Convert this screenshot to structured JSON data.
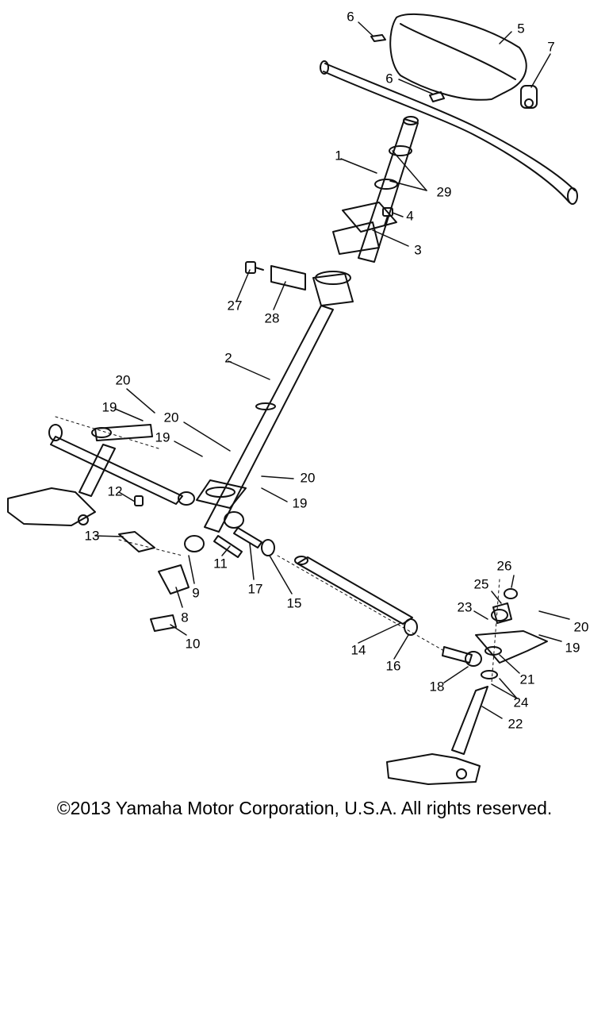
{
  "diagram": {
    "parts": [
      {
        "id": "1"
      },
      {
        "id": "2"
      },
      {
        "id": "3"
      },
      {
        "id": "4"
      },
      {
        "id": "5"
      },
      {
        "id": "6"
      },
      {
        "id": "7"
      },
      {
        "id": "8"
      },
      {
        "id": "9"
      },
      {
        "id": "10"
      },
      {
        "id": "11"
      },
      {
        "id": "12"
      },
      {
        "id": "13"
      },
      {
        "id": "14"
      },
      {
        "id": "15"
      },
      {
        "id": "16"
      },
      {
        "id": "17"
      },
      {
        "id": "18"
      },
      {
        "id": "19"
      },
      {
        "id": "20"
      },
      {
        "id": "21"
      },
      {
        "id": "22"
      },
      {
        "id": "23"
      },
      {
        "id": "24"
      },
      {
        "id": "25"
      },
      {
        "id": "26"
      },
      {
        "id": "27"
      },
      {
        "id": "28"
      },
      {
        "id": "29"
      }
    ]
  },
  "footer": {
    "copyright": "©2013 Yamaha Motor Corporation, U.S.A. All rights reserved."
  }
}
